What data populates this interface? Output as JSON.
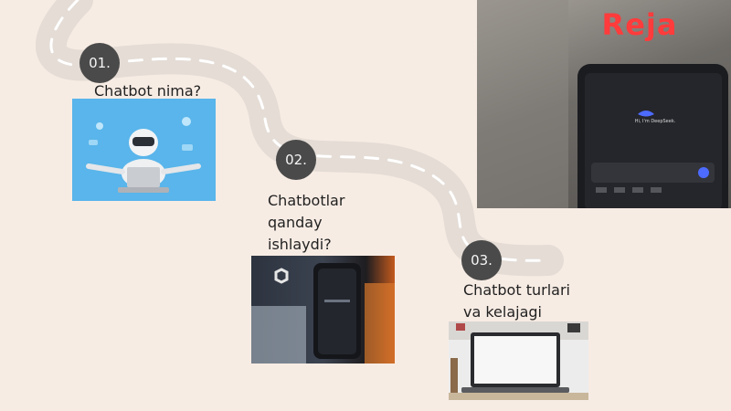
{
  "slide": {
    "title": "Reja",
    "title_color": "#ff3b3b",
    "background_color": "#f7ece4",
    "road_color": "#e4dcd5",
    "steps": [
      {
        "number": "01.",
        "title": "Chatbot nima?",
        "image": "robot-with-laptop-illustration"
      },
      {
        "number": "02.",
        "title": "Chatbotlar qanday ishlaydi?",
        "image": "smartphone-chat-app-photo"
      },
      {
        "number": "03.",
        "title": "Chatbot turlari va kelajagi",
        "image": "laptop-on-desk-photo"
      }
    ],
    "hero_image": "phone-chatbot-screen-photo",
    "hero_phone_text": "Hi, I'm DeepSeek."
  }
}
